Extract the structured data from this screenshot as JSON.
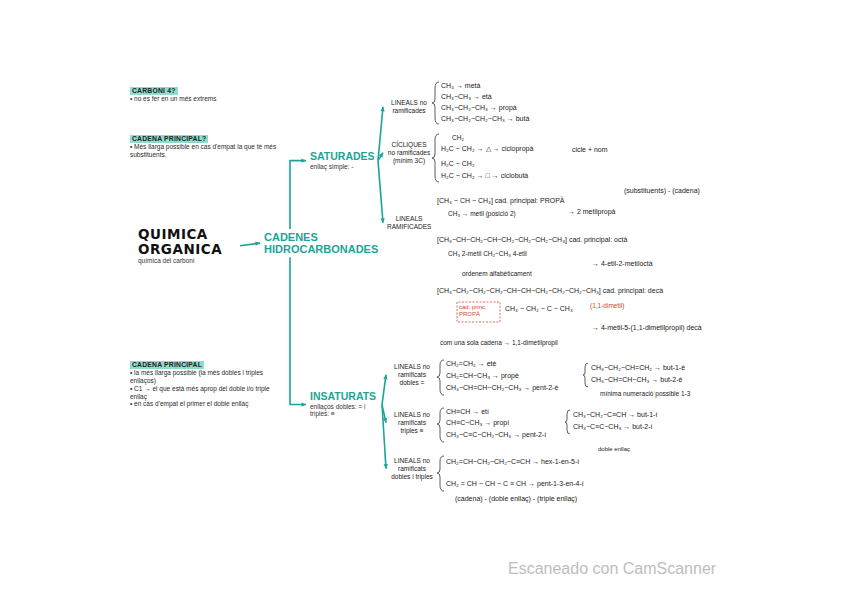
{
  "diagram": {
    "nodes": [
      {
        "text": [
          "CARBONI 4?",
          "• no es fer en un més extrems"
        ]
      },
      {
        "text": [
          "CADENA PRINCIPAL?",
          "• Més llarga possible en cas d'empat la que té més substituents."
        ]
      },
      {
        "text": [
          "QUIMICA ORGANICA",
          "química del carboni"
        ]
      },
      {
        "text": [
          "CADENES HIDROCARBONADES"
        ]
      },
      {
        "text": [
          "SATURADES",
          "enllaç simple: -"
        ]
      },
      {
        "text": [
          "LINEALS no ramificades"
        ]
      },
      {
        "text": [
          "CÍCLIQUES no ramificades (mínim 3C)"
        ]
      },
      {
        "text": [
          "LINEALS RAMIFICADES"
        ]
      },
      {
        "text": [
          "CADENA PRINCIPAL",
          "• la més llarga possible (la més dobles i triples enllaços)",
          "• C1 → el que està més aprop del doble i/o triple enllaç",
          "• en cas d'empat el primer el doble enllaç"
        ]
      },
      {
        "text": [
          "INSATURATS",
          "enllaços dobles: = i triples: ≡"
        ]
      },
      {
        "text": [
          "LINEALS no ramificats dobles ="
        ]
      },
      {
        "text": [
          "LINEALS no ramificats triples ≡"
        ]
      },
      {
        "text": [
          "LINEALS no ramificats dobles i triples"
        ]
      }
    ],
    "edges": [
      {
        "from": 2,
        "to": 3,
        "arrow": "to"
      },
      {
        "from": 3,
        "to": 4,
        "arrow": "to"
      },
      {
        "from": 3,
        "to": 9,
        "arrow": "to"
      },
      {
        "from": 4,
        "to": 5,
        "arrow": "to"
      },
      {
        "from": 4,
        "to": 6,
        "arrow": "to"
      },
      {
        "from": 4,
        "to": 7,
        "arrow": "to"
      },
      {
        "from": 9,
        "to": 10,
        "arrow": "to"
      },
      {
        "from": 9,
        "to": 11,
        "arrow": "to"
      },
      {
        "from": 9,
        "to": 12,
        "arrow": "to"
      }
    ],
    "labels": [
      "CH₄ → metà",
      "CH₃−CH₃ → età",
      "CH₃−CH₂−CH₃ → propà",
      "CH₃−CH₂−CH₂−CH₃ → butà",
      "CH₂",
      "H₂C − CH₂ → △ → ciclopropà",
      "cicle + nom",
      "H₂C − CH₂",
      "H₂C − CH₂ → □ → ciclobutà",
      "(substituents) - (cadena)",
      "[CH₃ − CH − CH₃] cad. principal: PROPÀ",
      "CH₃ → metil (posició 2)",
      "→ 2 metilpropà",
      "[CH₃−CH−CH₂−CH−CH₂−CH₂−CH₂−CH₃] cad. principal: octà",
      "CH₃ 2-metil   CH₂−CH₃ 4-etil",
      "ordenem alfabèticament",
      "→ 4-etil-2-metiloctà",
      "[CH₃−CH₂−CH₂−CH₂−CH−CH−CH₂−CH₂−CH₂−CH₃] cad. principal: decà",
      "cad. princ. PROPÀ",
      "CH₃ − CH₂ − C − CH₃",
      "(1,1-dimetil)",
      "→ 4-metil-5-(1,1-dimetilpropil) decà",
      "com una sola cadena → 1,1-dimetilpropil",
      "CH₂=CH₂ → etè",
      "CH₂=CH−CH₃ → propè",
      "CH₃−CH=CH−CH₂−CH₃ → pent-2-è",
      "CH₃−CH₂−CH=CH₂ → but-1-è",
      "CH₃−CH=CH−CH₃ → but-2-è",
      "mínima numeració possible 1-3",
      "CH≡CH → etí",
      "CH≡C−CH₃ → propí",
      "CH₃−C≡C−CH₂−CH₃ → pent-2-í",
      "CH₃−CH₂−C≡CH → but-1-í",
      "CH₃−C≡C−CH₃ → but-2-í",
      "doble enllaç",
      "CH₂=CH−CH₂−CH₂−C≡CH → hex-1-en-5-í",
      "CH₂ = CH − CH − C ≡ CH → pent-1-3-en-4-í",
      "(cadena) - (doble enllaç) - (triple enllaç)",
      "Escaneado con CamScanner"
    ]
  }
}
